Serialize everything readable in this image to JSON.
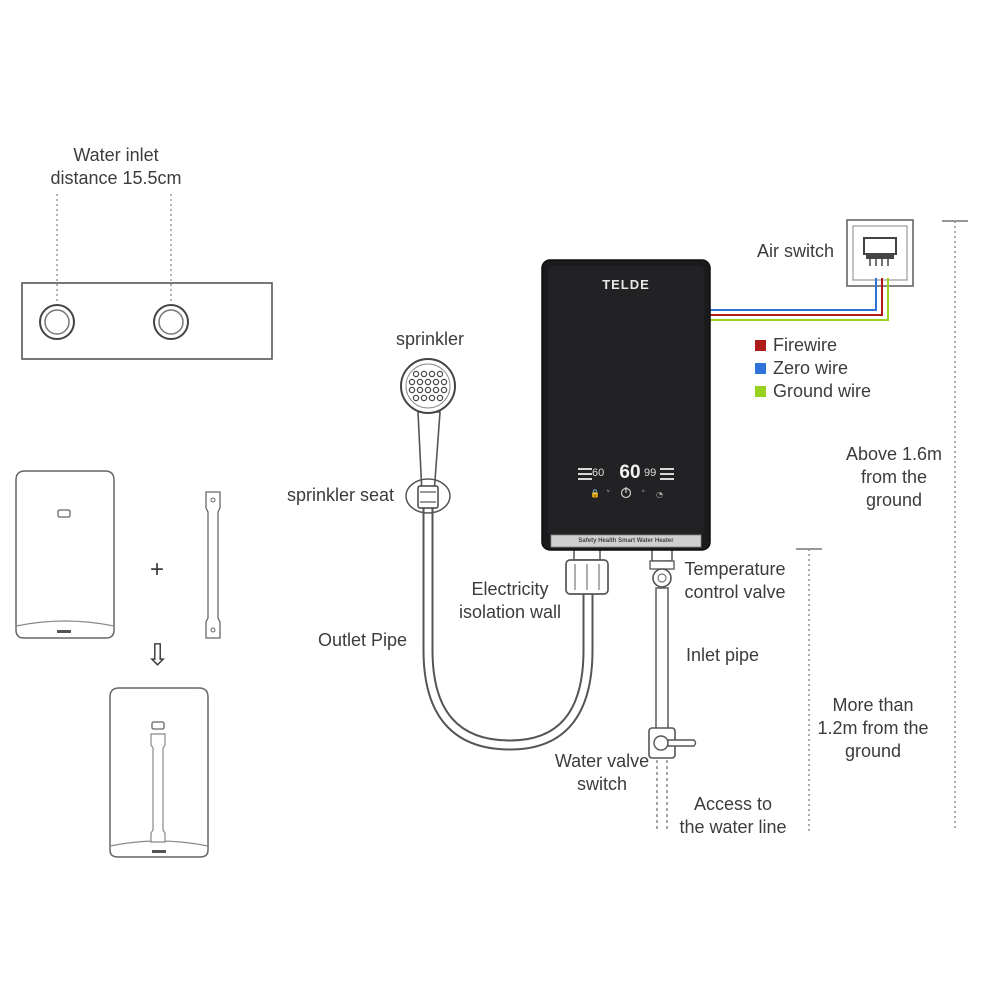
{
  "brand": "TELDE",
  "front_strip": "Safety Health Smart Water Heater",
  "display": {
    "left_readout": "60",
    "main_readout": "60",
    "right_readout": "99"
  },
  "labels": {
    "inlet_distance_line1": "Water inlet",
    "inlet_distance_line2": "distance 15.5cm",
    "sprinkler": "sprinkler",
    "sprinkler_seat": "sprinkler seat",
    "outlet_pipe": "Outlet Pipe",
    "isolation_wall_line1": "Electricity",
    "isolation_wall_line2": "isolation wall",
    "temp_valve_line1": "Temperature",
    "temp_valve_line2": "control valve",
    "inlet_pipe": "Inlet pipe",
    "water_valve_line1": "Water valve",
    "water_valve_line2": "switch",
    "access_line1": "Access to",
    "access_line2": "the water line",
    "air_switch": "Air switch",
    "above_line1": "Above 1.6m",
    "above_line2": "from the",
    "above_line3": "ground",
    "more_line1": "More than",
    "more_line2": "1.2m from the",
    "more_line3": "ground",
    "plus": "+",
    "down_arrow": "⇩"
  },
  "wire_legend": [
    {
      "label": "Firewire",
      "color": "#b01c1c"
    },
    {
      "label": "Zero wire",
      "color": "#2f72d8"
    },
    {
      "label": "Ground wire",
      "color": "#98d21e"
    }
  ]
}
